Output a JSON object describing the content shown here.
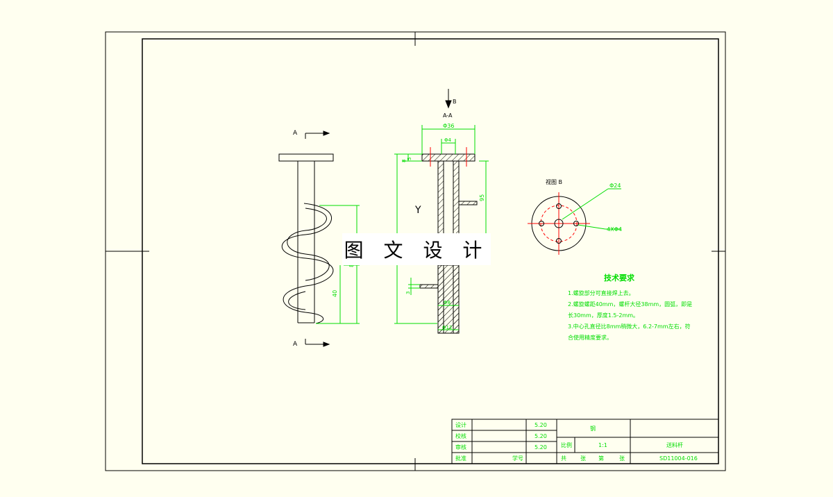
{
  "colors": {
    "background": "#fffff0",
    "line": "#000000",
    "dimension": "#00dd00",
    "center": "#ff0000"
  },
  "watermark": "图 文 设 计",
  "sections": {
    "a_top": "A",
    "a_bottom": "A",
    "b_arrow": "B",
    "section_aa": "A-A",
    "view_b": "视图 B"
  },
  "dims": {
    "d36": "Φ36",
    "d4": "Φ4",
    "h5": "5",
    "h8": "8",
    "h80": "80",
    "h95": "95",
    "h40": "40",
    "h3": "3",
    "d8": "Φ8",
    "d12": "Φ12",
    "d24": "Φ24",
    "holes": "4XΦ4",
    "y": "Y"
  },
  "tech": {
    "title": "技术要求",
    "lines": [
      "1.螺旋部分可直接焊上去。",
      "2.螺旋螺距40mm，螺杆大径38mm，圆弧，即是",
      "  长30mm，厚度1.5-2mm。",
      "3.中心孔直径比8mm稍微大，6.2-7mm左右，符",
      "  合使用精度要求。"
    ]
  },
  "titleblock": {
    "design": "设计",
    "check": "校核",
    "review": "审核",
    "approve": "批准",
    "date1": "5.20",
    "date2": "5.20",
    "date3": "5.20",
    "student_no": "学号",
    "material": "钢",
    "scale_label": "比例",
    "scale": "1:1",
    "part_name": "送料杆",
    "sheets_total": "共",
    "sheets_total_unit": "张",
    "sheet_no": "第",
    "sheet_no_unit": "张",
    "drawing_no": "SD11004-016"
  }
}
